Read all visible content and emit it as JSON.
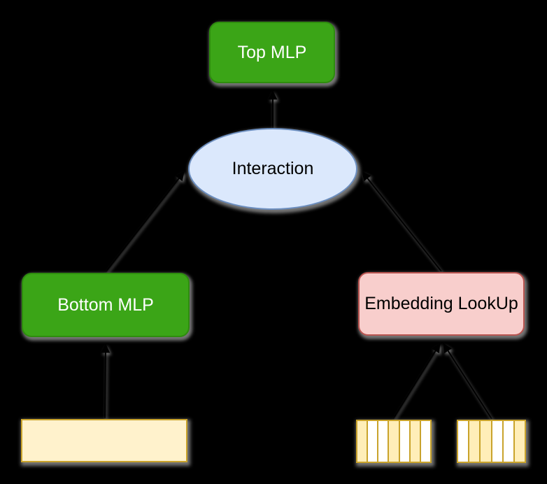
{
  "diagram": {
    "nodes": {
      "top_mlp": {
        "label": "Top MLP",
        "style": "green-rounded-box"
      },
      "interaction": {
        "label": "Interaction",
        "style": "blue-ellipse"
      },
      "bottom_mlp": {
        "label": "Bottom MLP",
        "style": "green-rounded-box"
      },
      "embedding_lookup": {
        "label": "Embedding LookUp",
        "style": "pink-rounded-box"
      }
    },
    "inputs": {
      "dense_input": {
        "type": "solid-vector",
        "cells": [
          "yellow"
        ]
      },
      "sparse_input_1": {
        "type": "striped-vector",
        "cells": [
          "yellow",
          "white",
          "white",
          "yellow",
          "white",
          "yellow",
          "white"
        ]
      },
      "sparse_input_2": {
        "type": "striped-vector",
        "cells": [
          "white",
          "yellow",
          "yellow",
          "white",
          "white",
          "yellow"
        ]
      }
    },
    "edges": [
      {
        "from": "interaction",
        "to": "top_mlp"
      },
      {
        "from": "bottom_mlp",
        "to": "interaction"
      },
      {
        "from": "embedding_lookup",
        "to": "interaction"
      },
      {
        "from": "dense_input",
        "to": "bottom_mlp"
      },
      {
        "from": "sparse_input_1",
        "to": "embedding_lookup"
      },
      {
        "from": "sparse_input_2",
        "to": "embedding_lookup"
      }
    ]
  },
  "colors": {
    "background": "#000000",
    "green_fill": "#3ba517",
    "green_stroke": "#2e8c0e",
    "red_fill": "#f8cecc",
    "red_stroke": "#b85450",
    "blue_fill": "#dbe8fc",
    "blue_stroke": "#6c8ebf",
    "yellow_fill": "#fff2cc",
    "yellow_stroke": "#c9a32b",
    "cell_yellow": "#ffeeb8",
    "cell_white": "#ffffff",
    "edge_stroke": "#000000"
  }
}
